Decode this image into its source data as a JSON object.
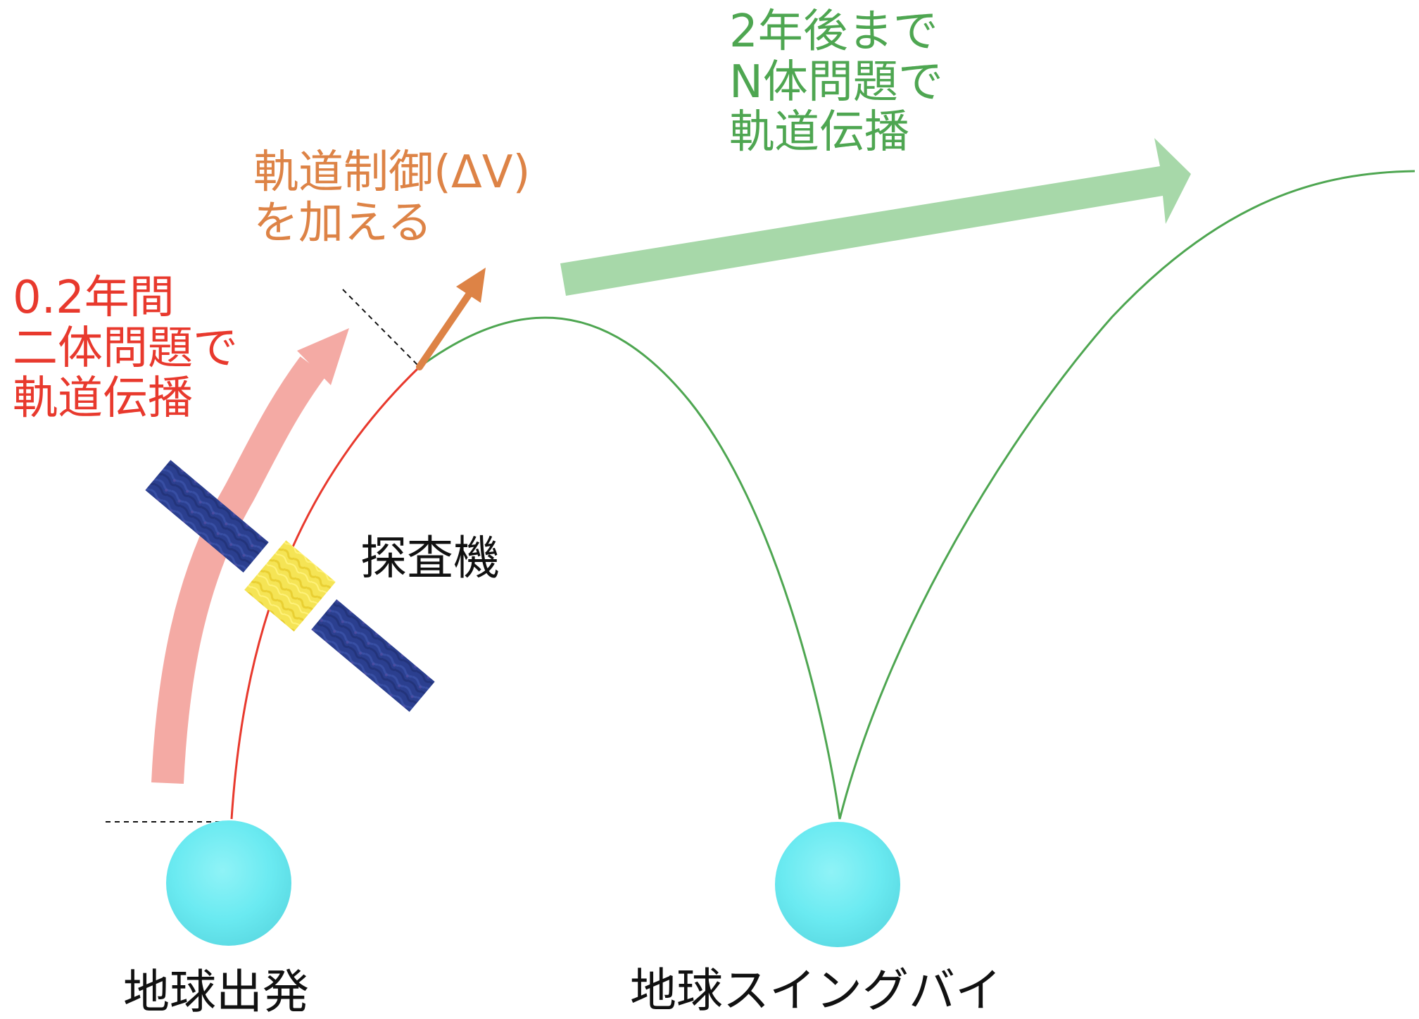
{
  "colors": {
    "two_body": "#e8392d",
    "two_body_arrow": "#f4aaa4",
    "delta_v": "#dd8346",
    "n_body": "#4ea651",
    "n_body_arrow": "#a7d8a9",
    "earth": "#6aeaf1",
    "panel": "#2b3f8f",
    "probe_body": "#f5e455",
    "text": "#111111"
  },
  "labels": {
    "two_body": [
      "0.2年間",
      "二体問題で",
      "軌道伝播"
    ],
    "delta_v": [
      "軌道制御(ΔV)",
      "を加える"
    ],
    "n_body": [
      "2年後まで",
      "N体問題で",
      "軌道伝播"
    ],
    "probe": "探査機",
    "earth_departure": "地球出発",
    "earth_swingby": "地球スイングバイ"
  },
  "icons": {
    "earth": "earth-icon",
    "probe": "spacecraft-icon"
  }
}
